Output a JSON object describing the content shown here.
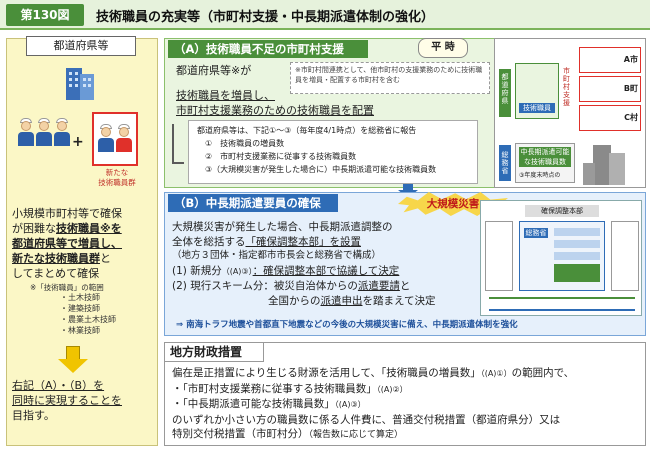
{
  "header": {
    "figure_tag": "第130図",
    "title": "技術職員の充実等（市町村支援・中長期派遣体制の強化）"
  },
  "left": {
    "prefecture_box": "都道府県等",
    "new_staff_label_1": "新たな",
    "new_staff_label_2": "技術職員群",
    "text_1": "小規模市町村等で確保",
    "text_2a": "が困難な",
    "text_2b": "技術職員※を",
    "text_3": "都道府県等で増員し、",
    "text_4": "新たな技術職員群",
    "text_4b": "と",
    "text_5": "してまとめて確保",
    "note_title": "※「技術職員」の範囲",
    "note_items": [
      "・土木技師",
      "・建築技師",
      "・農業土木技師",
      "・林業技師"
    ],
    "bottom_1": "右記（A）・（B）を",
    "bottom_2": "同時に実現することを",
    "bottom_3": "目指す。"
  },
  "secA": {
    "title": "（A）技術職員不足の市町村支援",
    "badge": "平 時",
    "line1": "都道府県等※が",
    "note": "※市町村間連携として、他市町村の支援業務のために技術職員を増員・配置する市町村を含む",
    "line2": "技術職員を増員し、",
    "line3": "市町村支援業務のための技術職員を配置",
    "report_head": "都道府県等は、下記①～③（毎年度4/1時点）を総務省に報告",
    "report_items": [
      "①　技術職員の増員数",
      "②　市町村支援業務に従事する技術職員数",
      "③（大規模災害が発生した場合に）中長期派遣可能な技術職員数"
    ]
  },
  "sideFig": {
    "pref_label": "都道府県",
    "staff_label": "技術職員",
    "cities": [
      "A市",
      "B町",
      "C村"
    ],
    "ministry_label": "総務省",
    "dispatch_label": "中長期派遣可能な技術職員数",
    "report_note": "③年度末時点の",
    "side_note": "市町村支援"
  },
  "secB": {
    "title": "（B）中長期派遣要員の確保",
    "burst": "大規模災害",
    "line1": "大規模災害が発生した場合、中長期派遣調整の",
    "line2a": "全体を総括する",
    "line2b": "「確保調整本部」を設置",
    "line3": "（地方３団体・指定都市市長会と総務省で構成）",
    "item1a": "(1) 新規分",
    "item1b": "（(A)③）",
    "item1c": "：確保調整本部で協議して決定",
    "item2a": "(2) 現行スキーム分：被災自治体からの",
    "item2b": "派遣要請",
    "item2c": "と",
    "item2d": "全国からの",
    "item2e": "派遣申出",
    "item2f": "を踏まえて決定",
    "footer": "⇒ 南海トラフ地震や首都直下地震などの今後の大規模災害に備え、中長期派遣体制を強化",
    "fig_title": "確保調整本部",
    "fig_member": "総務省"
  },
  "secC": {
    "title": "地方財政措置",
    "line1a": "偏在是正措置により生じる財源を活用して、「技術職員の増員数」",
    "line1b": "（(A)①）",
    "line1c": "の範囲内で、",
    "line2a": "・「市町村支援業務に従事する技術職員数」",
    "line2b": "（(A)②）",
    "line3a": "・「中長期派遣可能な技術職員数」",
    "line3b": "（(A)③）",
    "line4": "のいずれか小さい方の職員数に係る人件費に、普通交付税措置（都道府県分）又は",
    "line5a": "特別交付税措置（市町村分）",
    "line5b": "（報告数に応じて算定）"
  },
  "colors": {
    "green": "#4a8f3a",
    "blue": "#2e6cb6",
    "yellow_panel": "#fbf7c6",
    "accent_red": "#e0302a"
  }
}
